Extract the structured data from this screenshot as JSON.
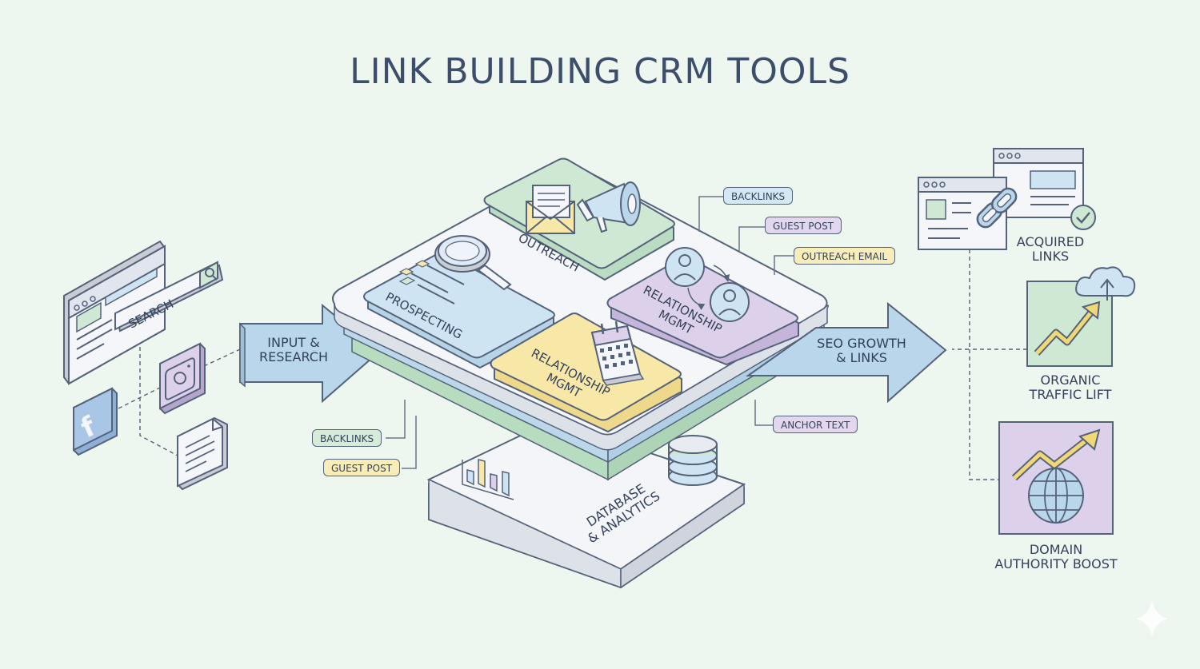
{
  "title": "LINK BUILDING CRM TOOLS",
  "input": {
    "search_label": "SEARCH",
    "arrow_label_1": "INPUT &",
    "arrow_label_2": "RESEARCH",
    "icons": [
      "browser-window-icon",
      "search-bar-icon",
      "instagram-icon",
      "facebook-icon",
      "document-icon"
    ]
  },
  "platform": {
    "modules": {
      "prospecting": "PROSPECTING",
      "outreach": "OUTREACH",
      "relationship_top_1": "RELATIONSHIP",
      "relationship_top_2": "MGMT",
      "relationship_bottom_1": "RELATIONSHIP",
      "relationship_bottom_2": "MGMT"
    },
    "base_label_1": "DATABASE",
    "base_label_2": "& ANALYTICS"
  },
  "tags": {
    "backlinks_top": "BACKLINKS",
    "guest_post_top": "GUEST POST",
    "outreach_email": "OUTREACH EMAIL",
    "anchor_text": "ANCHOR TEXT",
    "backlinks_bottom": "BACKLINKS",
    "guest_post_bottom": "GUEST POST"
  },
  "output": {
    "arrow_label_1": "SEO GROWTH",
    "arrow_label_2": "& LINKS",
    "acquired_1": "ACQUIRED",
    "acquired_2": "LINKS",
    "organic_1": "ORGANIC",
    "organic_2": "TRAFFIC LIFT",
    "domain_1": "DOMAIN",
    "domain_2": "AUTHORITY BOOST"
  },
  "colors": {
    "background": "#eef6f0",
    "blue": "#cfe4f2",
    "green": "#cfe8d4",
    "yellow": "#f7e8a8",
    "purple": "#ddd0ea",
    "outline": "#55637a",
    "title": "#3d4e6b"
  }
}
